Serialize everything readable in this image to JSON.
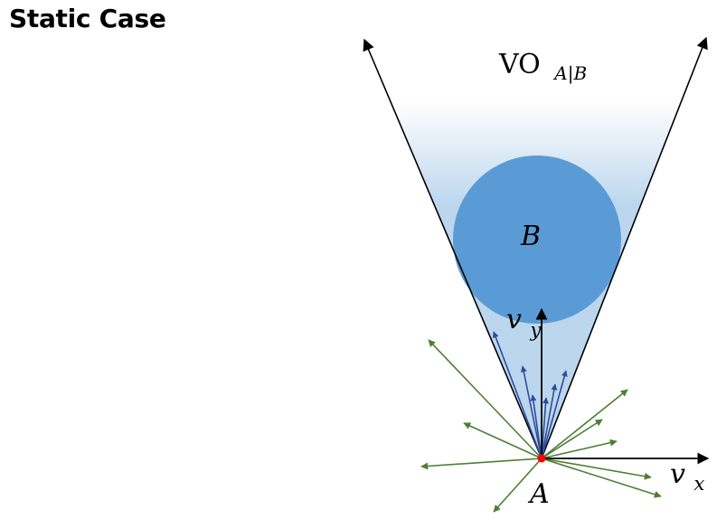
{
  "title": "Static Case",
  "labels": {
    "vo_main": "VO",
    "vo_sub": "A|B",
    "obstacle": "B",
    "agent": "A",
    "axis_x_main": "v",
    "axis_x_sub": "x",
    "axis_y_main": "v",
    "axis_y_sub": "y"
  },
  "colors": {
    "cone_fill": "#bcd6ee",
    "obstacle_fill": "#5b9bd5",
    "blue_arrows": "#2f4d9b",
    "green_arrows": "#4d7f35",
    "agent_dot": "#ff0000",
    "axis": "#000000"
  }
}
